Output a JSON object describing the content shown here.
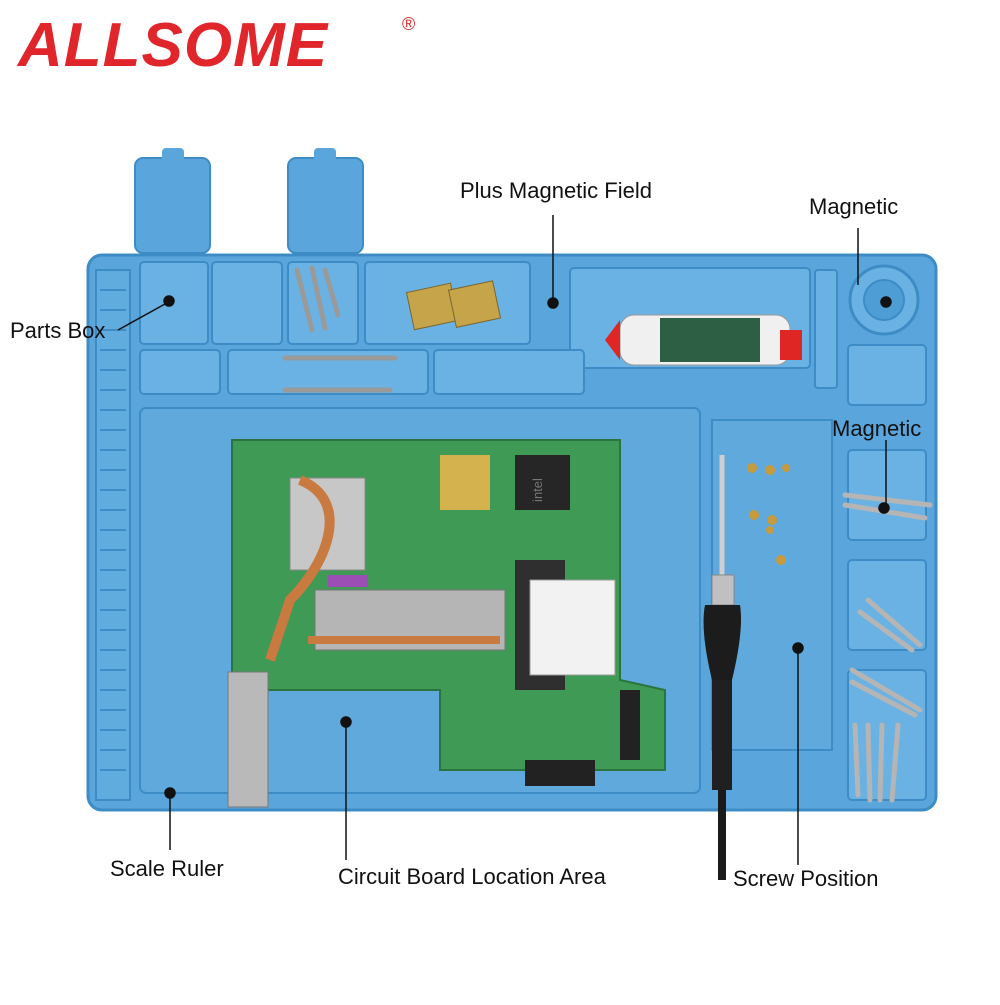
{
  "brand": {
    "name": "ALLSOME",
    "registered_mark": "®"
  },
  "colors": {
    "brand_red": "#e0262b",
    "mat_blue": "#5aa6dc",
    "mat_dark": "#3d8cc6",
    "board_green": "#3e9a55",
    "label_text": "#111111"
  },
  "callouts": {
    "parts_box": "Parts Box",
    "plus_magnetic_field": "Plus Magnetic Field",
    "magnetic_top": "Magnetic",
    "magnetic_right": "Magnetic",
    "scale_ruler": "Scale Ruler",
    "circuit_board_area": "Circuit Board Location Area",
    "screw_position": "Screw Position"
  },
  "product": {
    "chip_brand": "intel"
  }
}
